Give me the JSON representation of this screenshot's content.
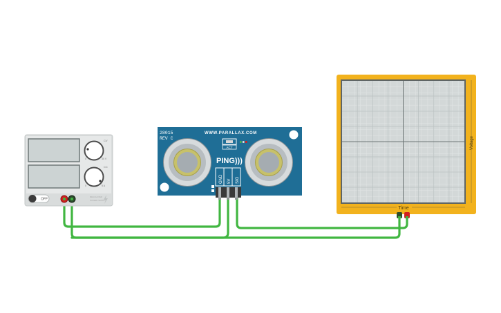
{
  "power_supply": {
    "off_label": "OFF",
    "knob1_label": "CV",
    "knob2_label": "CC",
    "scale_min": "0",
    "scale_max": "30 V",
    "scale2_max": "5 A",
    "brand_line1": "REGULATED",
    "brand_line2": "POWER SUPPLY"
  },
  "sensor": {
    "part_number": "28015",
    "revision": "REV C",
    "website": "WWW.PARALLAX.COM",
    "act_label": "ACT",
    "model_name": "PING)))",
    "pins": [
      "GND",
      "5V",
      "SIG"
    ]
  },
  "oscilloscope": {
    "x_axis_label": "Time",
    "y_axis_label": "Voltage"
  },
  "colors": {
    "wire": "#41b641",
    "sensor_board": "#1f6e96",
    "scope_frame": "#f2b21d",
    "scope_screen": "#d3d8d8",
    "terminal_red": "#d22020",
    "terminal_black": "#2d4d2d"
  }
}
